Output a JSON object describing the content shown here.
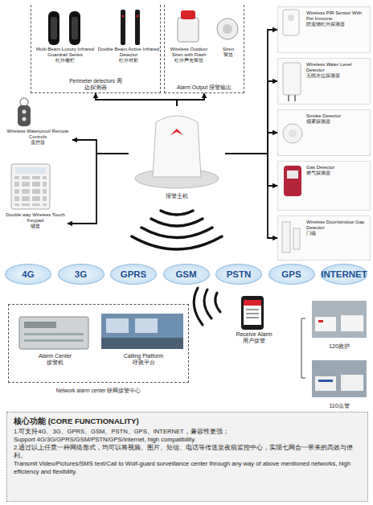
{
  "diagram": {
    "nodes": [
      {
        "text": [
          "Perimeter detectors 周边探测器"
        ]
      },
      {
        "text": [
          "Multi-Beam Luxury Infrared Guardrail Series",
          "红外栅栏"
        ],
        "in": 0
      },
      {
        "text": [
          "Double Beam Active Infrared Detector",
          "红外对射"
        ],
        "in": 0
      },
      {
        "text": [
          "Alarm Output 报警输出"
        ]
      },
      {
        "text": [
          "Wireless Outdoor Siren with Flash",
          "红外声光警笛"
        ],
        "in": 3
      },
      {
        "text": [
          "Siren",
          "警笛"
        ],
        "in": 3
      },
      {
        "text": [
          "Wireless Waterproof Remote Controls",
          "遥控器"
        ]
      },
      {
        "text": [
          "Double way Wireless Touch Keypad",
          "键盘"
        ]
      },
      {
        "text": [
          "报警主机"
        ]
      },
      {
        "text": [
          "Wireless PIR Sensor With Pet Immune",
          "防宠物红外探测器"
        ]
      },
      {
        "text": [
          "Wireless Water Level Detector",
          "无线水位探测器"
        ]
      },
      {
        "text": [
          "Smoke Detector",
          "烟雾探测器"
        ]
      },
      {
        "text": [
          "Gas Detector",
          "燃气探测器"
        ]
      },
      {
        "text": [
          "Wireless Door/window Gap Detector",
          "门磁"
        ]
      },
      {
        "text": [
          "4G"
        ]
      },
      {
        "text": [
          "3G"
        ]
      },
      {
        "text": [
          "GPRS"
        ]
      },
      {
        "text": [
          "GSM"
        ]
      },
      {
        "text": [
          "PSTN"
        ]
      },
      {
        "text": [
          "GPS"
        ]
      },
      {
        "text": [
          "INTERNET"
        ]
      },
      {
        "text": [
          "Network alarm center 联网接警中心"
        ]
      },
      {
        "text": [
          "Alarm Center",
          "接警机"
        ],
        "in": 21
      },
      {
        "text": [
          "Calling Platform",
          "呼救平台"
        ],
        "in": 21
      },
      {
        "text": [
          "Receive Alarm",
          "用户接警"
        ]
      },
      {
        "text": [
          "120救护"
        ]
      },
      {
        "text": [
          "110出警"
        ]
      },
      {
        "text": [
          "核心功能 (CORE FUNCTIONALITY)",
          "1.可支持4G、3G、GPRS、GSM、PSTN、GPS、INTERNET，兼容性更强；",
          "Support 4G/3G/GPRS/GSM/PSTN/GPS/Internet, high compatibility.",
          "2.通过以上任意一种网络形式，均可以将视频、图片、短信、电话等传送至夜狼监控中心，实现七网合一带来的高效与便利。",
          "Transmit Video/Pictures/SMS text/Call to Wolf-guard surveillance center through any way of above mentioned networks, high efficiency and flexibility."
        ]
      }
    ],
    "edges": [
      {
        "from": 8,
        "to": 0,
        "arrow": "to"
      },
      {
        "from": 8,
        "to": 3,
        "arrow": "to"
      },
      {
        "from": 8,
        "to": 6,
        "arrow": "to"
      },
      {
        "from": 8,
        "to": 7,
        "arrow": "to"
      },
      {
        "from": 8,
        "to": 9,
        "arrow": "to"
      },
      {
        "from": 8,
        "to": 10,
        "arrow": "to"
      },
      {
        "from": 8,
        "to": 11,
        "arrow": "to"
      },
      {
        "from": 8,
        "to": 12,
        "arrow": "to"
      },
      {
        "from": 8,
        "to": 13,
        "arrow": "to"
      }
    ]
  }
}
